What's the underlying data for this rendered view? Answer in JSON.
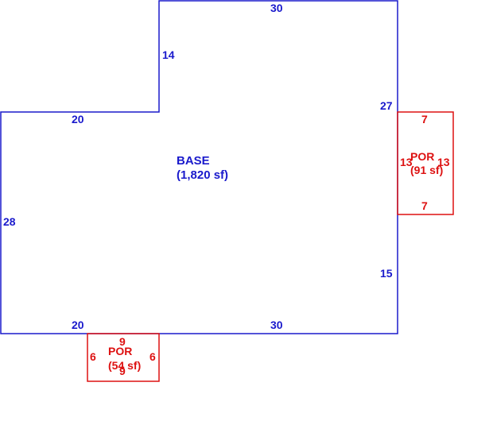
{
  "colors": {
    "base": "#1a1acc",
    "porch": "#dd1111"
  },
  "base": {
    "name": "BASE",
    "area": "(1,820 sf)",
    "dims": {
      "top": "30",
      "step_vertical": "14",
      "step_horizontal": "20",
      "left": "28",
      "right_upper": "27",
      "right_lower": "15",
      "bottom_left": "20",
      "bottom_right": "30"
    }
  },
  "porch_east": {
    "name": "POR",
    "area": "(91 sf)",
    "dims": {
      "top": "7",
      "bottom": "7",
      "left": "13",
      "right": "13"
    }
  },
  "porch_south": {
    "name": "POR",
    "area": "(54 sf)",
    "dims": {
      "top": "9",
      "bottom": "9",
      "left": "6",
      "right": "6"
    }
  }
}
